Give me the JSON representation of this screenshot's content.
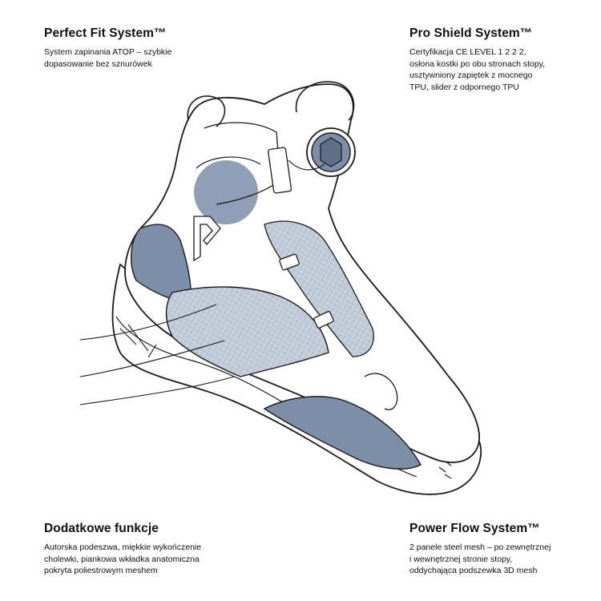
{
  "features": {
    "perfect_fit": {
      "title": "Perfect Fit System™",
      "description": "System zapinania ATOP – szybkie\ndopasowanie bez sznurówek"
    },
    "pro_shield": {
      "title": "Pro Shield System™",
      "description": "Certyfikacja CE LEVEL 1 2 2 2,\nosłona kostki po obu stronach stopy,\nusztywniony zapiętek z mocnego\nTPU, slider z odpornego TPU"
    },
    "dodatkowe": {
      "title": "Dodatkowe funkcje",
      "description": "Autorska podeszwa, miękkie wykończenie\ncholewki, piankowa wkładka anatomiczna\npokryta poliestrowym meshem"
    },
    "power_flow": {
      "title": "Power Flow System™",
      "description": "2 panele steel mesh – po zewnętrznej\ni wewnętrznej stronie stopy,\noddychająca podszewka 3D mesh"
    }
  },
  "colors": {
    "accent_blue": "#7d8ea8",
    "mesh_blue": "#c6cfdc",
    "outline": "#1a1a1a"
  },
  "icons": {
    "dial": "atop-dial-icon",
    "logo": "brand-logo-icon"
  }
}
